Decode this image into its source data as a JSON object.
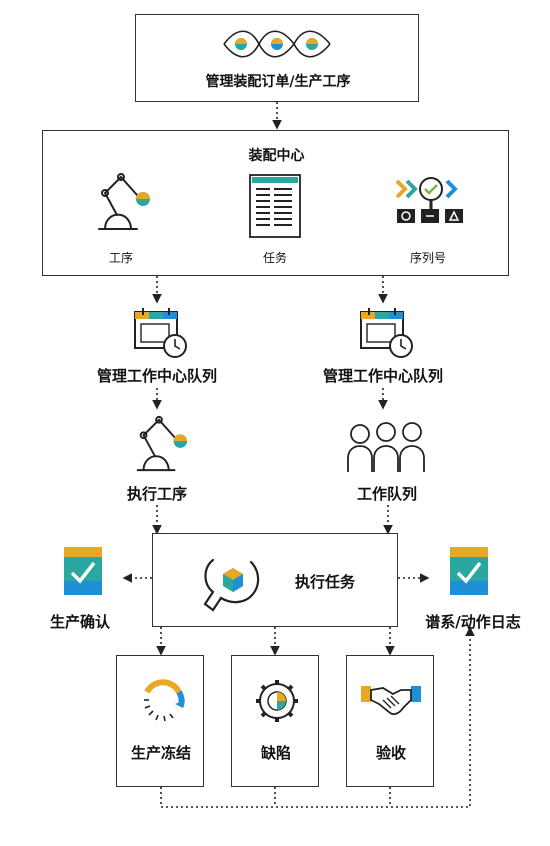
{
  "nodes": {
    "manage_orders": "管理装配订单/生产工序",
    "assembly_center": "装配中心",
    "operations": "工序",
    "tasks": "任务",
    "serial_numbers": "序列号",
    "queue_left": "管理工作中心队列",
    "queue_right": "管理工作中心队列",
    "execute_operation": "执行工序",
    "work_queue": "工作队列",
    "execute_task": "执行任务",
    "production_confirmation": "生产确认",
    "genealogy_log": "谱系/动作日志",
    "production_freeze": "生产冻结",
    "defects": "缺陷",
    "acceptance": "验收"
  },
  "colors": {
    "gold": "#e8a825",
    "teal": "#2aa7a0",
    "blue": "#1f8fd6",
    "green": "#7ab843",
    "ink": "#222222"
  },
  "icons": [
    "dna-strand-icon",
    "robot-arm-icon",
    "document-list-icon",
    "serial-scan-icon",
    "calendar-clock-icon",
    "people-group-icon",
    "wrench-hex-icon",
    "document-check-icon",
    "circular-arrow-icon",
    "gear-icon",
    "handshake-icon"
  ]
}
